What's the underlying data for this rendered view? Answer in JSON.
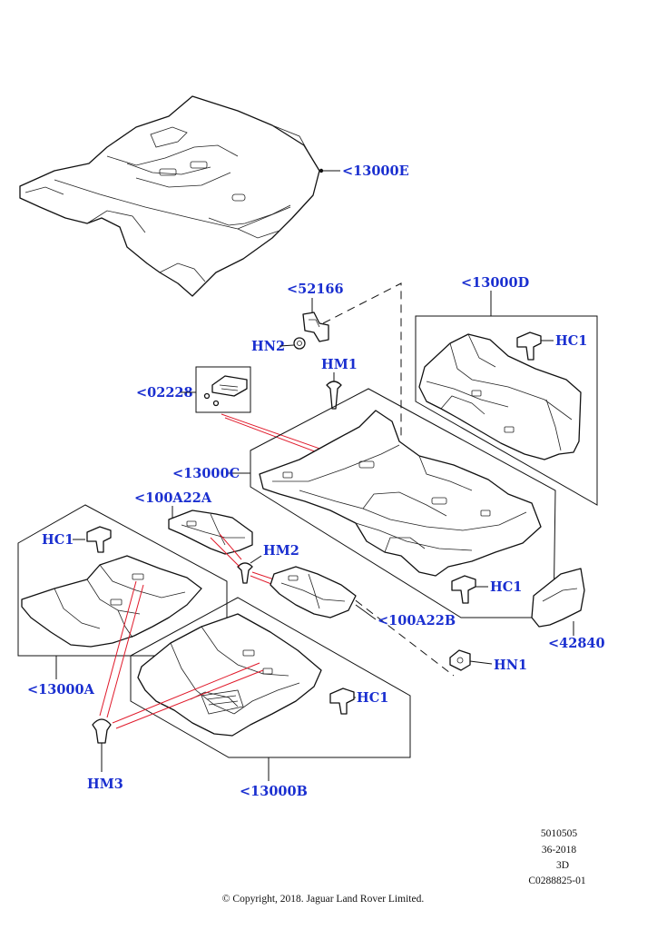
{
  "callouts": {
    "c13000E": "<13000E",
    "c52166": "<52166",
    "c13000D": "<13000D",
    "hn2": "HN2",
    "hm1": "HM1",
    "hc1_d": "HC1",
    "c02228": "<02228",
    "c13000C": "<13000C",
    "c100A22A": "<100A22A",
    "hm2": "HM2",
    "hc1_a": "HC1",
    "hc1_c": "HC1",
    "c100A22B": "<100A22B",
    "c42840": "<42840",
    "hn1": "HN1",
    "c13000A": "<13000A",
    "hc1_b": "HC1",
    "hm3": "HM3",
    "c13000B": "<13000B"
  },
  "reference": {
    "line1": "5010505",
    "line2": "36-2018",
    "line3": "3D",
    "line4": "C0288825-01"
  },
  "copyright": "© Copyright, 2018. Jaguar Land Rover Limited.",
  "colors": {
    "callout_text": "#1a2fd0",
    "highlight_lines": "#e0192a",
    "line_art": "#111111"
  }
}
